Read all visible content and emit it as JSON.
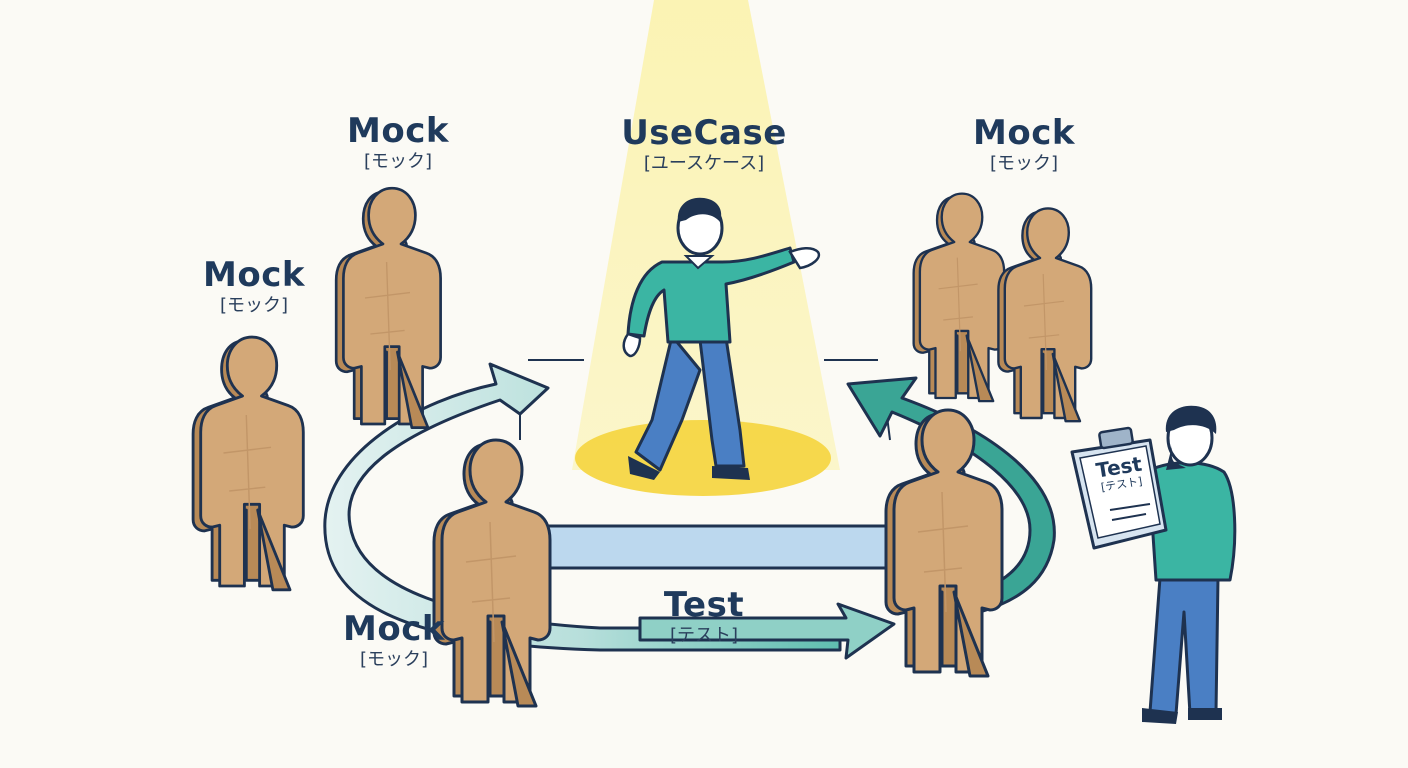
{
  "labels": {
    "usecase": {
      "en": "UseCase",
      "ja": "[ユースケース]"
    },
    "mock_top_left": {
      "en": "Mock",
      "ja": "[モック]"
    },
    "mock_left": {
      "en": "Mock",
      "ja": "[モック]"
    },
    "mock_top_right": {
      "en": "Mock",
      "ja": "[モック]"
    },
    "mock_bottom": {
      "en": "Mock",
      "ja": "[モック]"
    },
    "test": {
      "en": "Test",
      "ja": "[テスト]"
    },
    "clipboard": {
      "en": "Test",
      "ja": "[テスト]"
    }
  },
  "colors": {
    "background": "#fbfaf5",
    "text": "#1f3a5c",
    "cardboard": "#d3a878",
    "cardboard_edge": "#b88a57",
    "outline": "#1e3250",
    "spotlight": "#fbef9e",
    "spot_floor": "#f5d645",
    "person_shirt": "#3bb5a3",
    "person_pants": "#4a7fc4",
    "arrow_fill": "#cfe8ea",
    "arrow_dark": "#3aa595",
    "stage_band": "#bcd8ee"
  }
}
